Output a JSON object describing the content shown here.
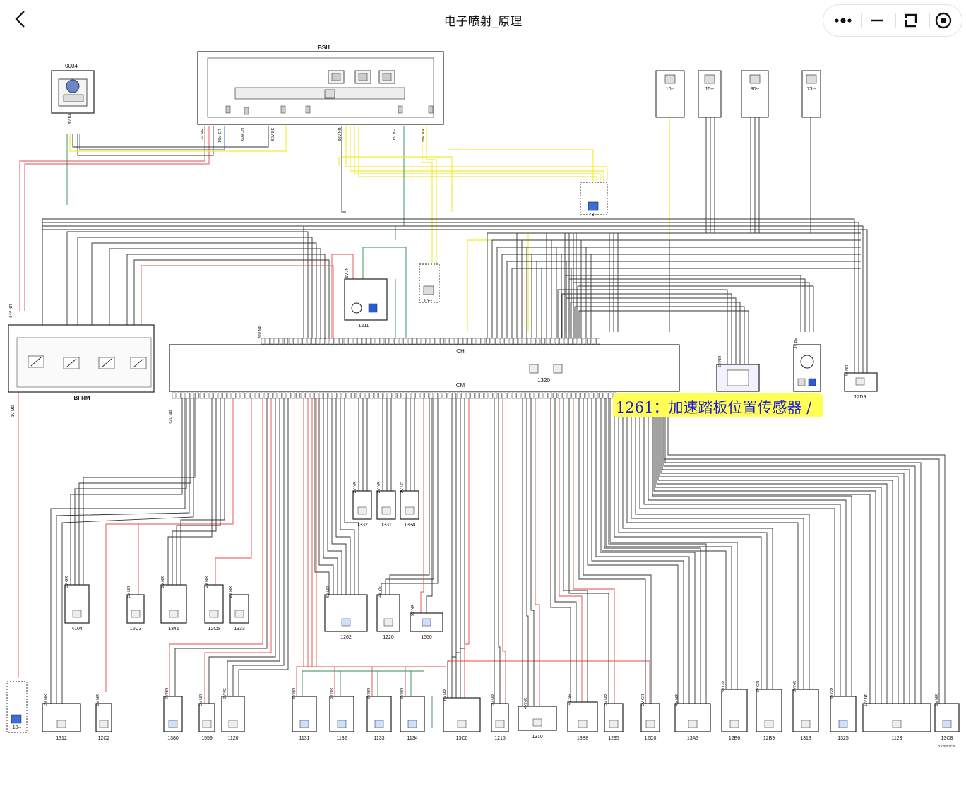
{
  "header": {
    "title": "电子喷射_原理"
  },
  "highlight": {
    "text": "1261：加速踏板位置传感器 /"
  },
  "diagram_code": "DJ02503CR",
  "components": [
    {
      "id": "0004"
    },
    {
      "id": "BSI1"
    },
    {
      "id": "BFRM"
    },
    {
      "id": "1320"
    },
    {
      "id": "1211"
    },
    {
      "id": "16--"
    },
    {
      "id": "78--"
    },
    {
      "id": "10--"
    },
    {
      "id": "15--"
    },
    {
      "id": "80--"
    },
    {
      "id": "73--"
    },
    {
      "id": "1261"
    },
    {
      "id": "12D9"
    },
    {
      "id": "1332"
    },
    {
      "id": "1331"
    },
    {
      "id": "1334"
    },
    {
      "id": "4104"
    },
    {
      "id": "12C3"
    },
    {
      "id": "1341"
    },
    {
      "id": "12C5"
    },
    {
      "id": "1333"
    },
    {
      "id": "1262"
    },
    {
      "id": "1220"
    },
    {
      "id": "1550"
    },
    {
      "id": "1312"
    },
    {
      "id": "12C2"
    },
    {
      "id": "1380"
    },
    {
      "id": "1559"
    },
    {
      "id": "1120"
    },
    {
      "id": "1131"
    },
    {
      "id": "1132"
    },
    {
      "id": "1133"
    },
    {
      "id": "1134"
    },
    {
      "id": "13C0"
    },
    {
      "id": "1215"
    },
    {
      "id": "1310"
    },
    {
      "id": "13B8"
    },
    {
      "id": "1295"
    },
    {
      "id": "12C0"
    },
    {
      "id": "13A3"
    },
    {
      "id": "12B6"
    },
    {
      "id": "12B9"
    },
    {
      "id": "1313"
    },
    {
      "id": "1325"
    },
    {
      "id": "1123"
    },
    {
      "id": "13C8"
    }
  ],
  "connectors": [
    {
      "text": "8V BA"
    },
    {
      "text": "2V NR"
    },
    {
      "text": "16V GR"
    },
    {
      "text": "60V JN"
    },
    {
      "text": "60V BE"
    },
    {
      "text": "60V NR"
    },
    {
      "text": "16V BE"
    },
    {
      "text": "16V NR"
    },
    {
      "text": "54V NR"
    },
    {
      "text": "70V NR"
    },
    {
      "text": "6V JN"
    },
    {
      "text": "1V MD"
    },
    {
      "text": "94V NR"
    },
    {
      "text": "6V NR"
    },
    {
      "text": "3V BE"
    },
    {
      "text": "4V NR"
    },
    {
      "text": "3V GR"
    },
    {
      "text": "3V NR"
    },
    {
      "text": "2V VE"
    },
    {
      "text": "11V NR"
    },
    {
      "text": "2V GR"
    }
  ],
  "ecu_sections": {
    "top": "CH",
    "bottom": "CM"
  },
  "wire_colors": {
    "black": "#333333",
    "red": "#e84a4a",
    "yellow": "#f2e600",
    "green": "#2e8b57",
    "blue": "#2a5bd7",
    "grey": "#999999"
  },
  "icons": [
    "back-arrow-icon",
    "more-dots-icon",
    "minimize-icon",
    "share-icon",
    "close-target-icon"
  ]
}
